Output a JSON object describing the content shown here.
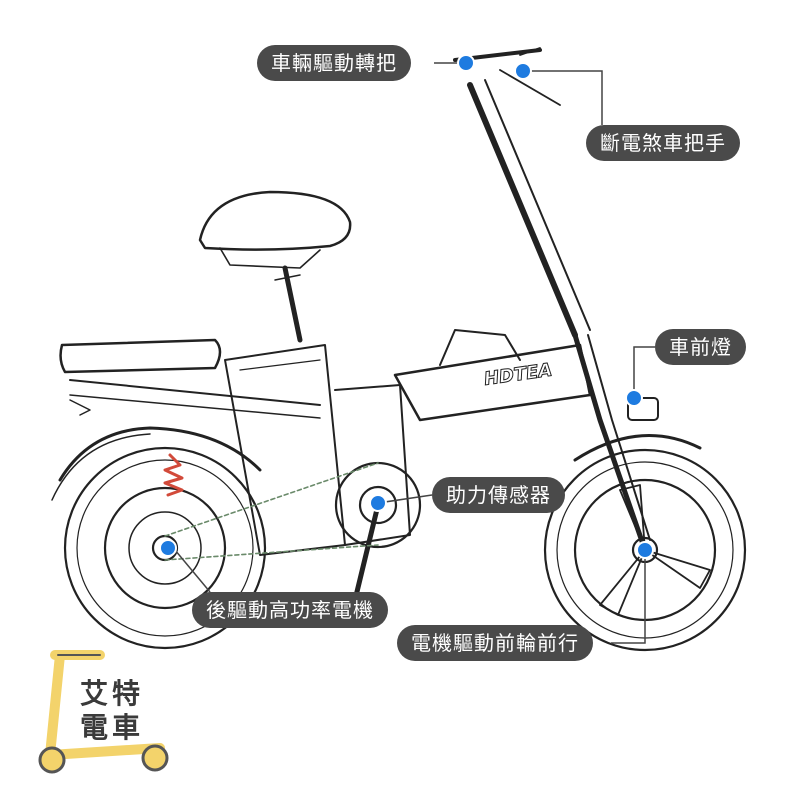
{
  "bike_brand": "HDTEA",
  "labels": {
    "handle": "車輛驅動轉把",
    "brake": "斷電煞車把手",
    "light": "車前燈",
    "sensor": "助力傳感器",
    "motor": "後驅動高功率電機",
    "front_drive": "電機驅動前輪前行"
  },
  "logo": {
    "chars": [
      "艾",
      "特",
      "電",
      "車"
    ]
  },
  "colors": {
    "label_bg": "#4a4a4a",
    "label_text": "#ffffff",
    "marker": "#1e7be0",
    "line": "#444444",
    "logo_yellow": "#f3d36b"
  }
}
